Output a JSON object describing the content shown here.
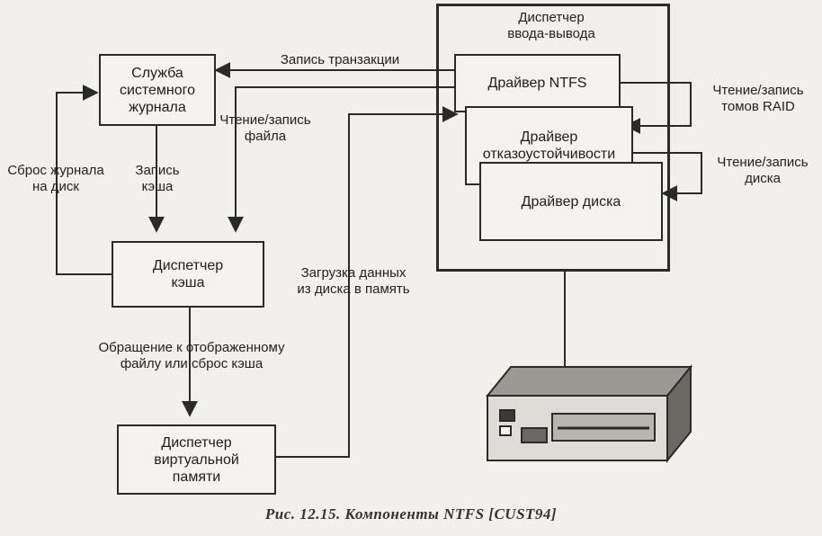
{
  "boxes": {
    "log_service": "Служба\nсистемного\nжурнала",
    "cache_manager": "Диспетчер\nкэша",
    "vm_manager": "Диспетчер\nвиртуальной\nпамяти",
    "io_manager": "Диспетчер\nввода-вывода",
    "ntfs_driver": "Драйвер NTFS",
    "ft_driver": "Драйвер\nотказоустойчивости",
    "disk_driver": "Драйвер диска"
  },
  "labels": {
    "transaction_write": "Запись транзакции",
    "file_rw": "Чтение/запись\nфайла",
    "flush_log": "Сброс журнала\nна диск",
    "cache_write": "Запись\nкэша",
    "load_data": "Загрузка данных\nиз диска в память",
    "mapped_access": "Обращение к отображенному\nфайлу или сброс кэша",
    "raid_rw": "Чтение/запись\nтомов RAID",
    "disk_rw": "Чтение/запись\nдиска"
  },
  "caption": "Рис. 12.15. Компоненты NTFS [CUST94]"
}
